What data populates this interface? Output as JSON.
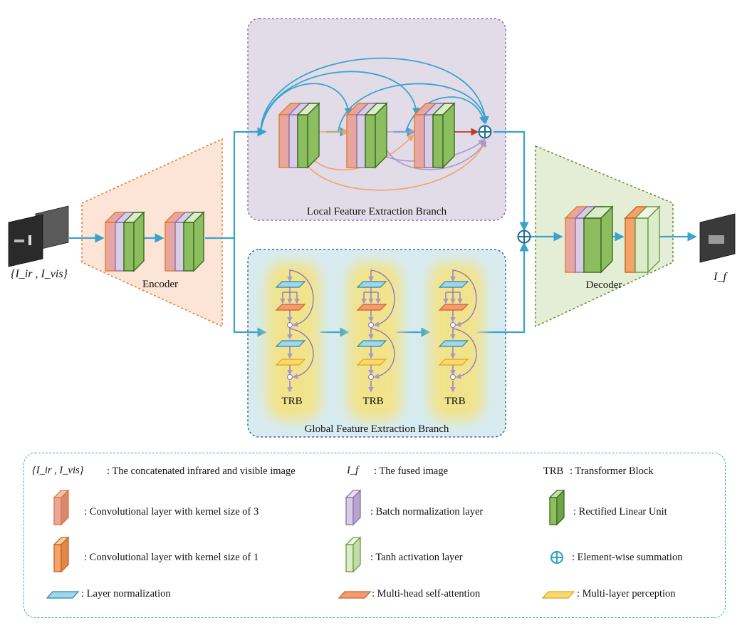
{
  "branches": {
    "local_title": "Local Feature Extraction Branch",
    "global_title": "Global Feature Extraction Branch"
  },
  "modules": {
    "encoder": "Encoder",
    "decoder": "Decoder",
    "trb": [
      "TRB",
      "TRB",
      "TRB"
    ]
  },
  "io": {
    "input_label": "{I_ir , I_vis}",
    "output_label": "I_f"
  },
  "legend": {
    "input_symbol": "{I_ir , I_vis}",
    "input_desc": ": The concatenated infrared and visible image",
    "fused_symbol": "I_f",
    "fused_desc": ": The fused image",
    "trb_symbol": "TRB",
    "trb_desc": ": Transformer Block",
    "conv3_desc": ": Convolutional layer with kernel size of 3",
    "bn_desc": ": Batch normalization layer",
    "relu_desc": ": Rectified Linear Unit",
    "conv1_desc": ": Convolutional layer with kernel size of 1",
    "tanh_desc": ": Tanh activation layer",
    "sum_desc": ": Element-wise summation",
    "ln_desc": ": Layer normalization",
    "mhsa_desc": ": Multi-head self-attention",
    "mlp_desc": ": Multi-layer perception"
  },
  "colors": {
    "flow": "#3aa3cc",
    "conv3_fill": "#e7a7a0",
    "conv3_edge": "#e07a2c",
    "bn_fill": "#d9cde6",
    "bn_edge": "#8a70b0",
    "relu_fill": "#8cbd5f",
    "relu_edge": "#3a6b1e",
    "conv1_fill": "#f2a46a",
    "tanh_fill": "#dbeccb",
    "ln_fill": "#9fd6ea",
    "mhsa_fill": "#f29a70",
    "mlp_fill": "#f8d870",
    "local_bg": "#e2dce9",
    "global_bg": "#d7ebf1",
    "encoder_bg": "#fce4d6",
    "decoder_bg": "#e4edd6",
    "skip_orange": "#f2a45d",
    "skip_purple": "#a999c9",
    "red_arrow": "#c0392b"
  }
}
